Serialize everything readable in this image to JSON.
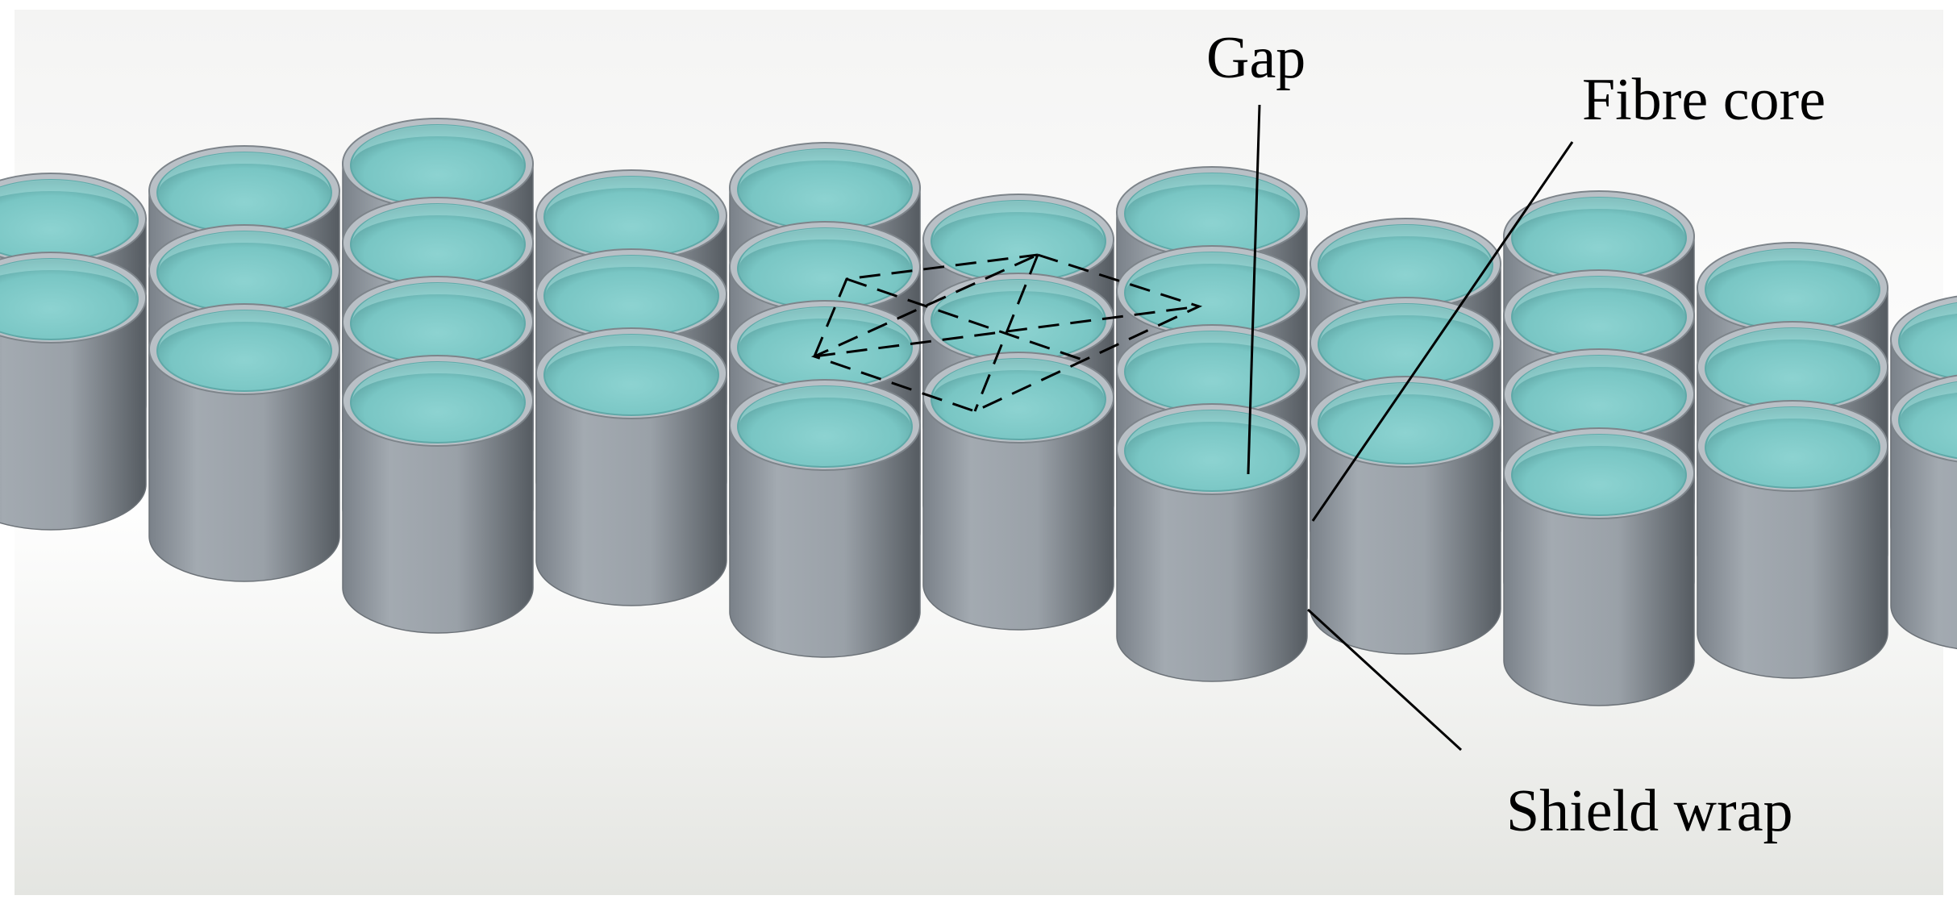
{
  "labels": {
    "gap": "Gap",
    "fibre_core": "Fibre core",
    "shield_wrap": "Shield wrap"
  },
  "colors": {
    "background": "#ececeb",
    "shield_body": "#9aa1a8",
    "shield_rim": "#b9c0c6",
    "core_fill": "#7fcac8",
    "core_shadow": "#5fa9a8",
    "annotation_line": "#000000"
  },
  "structure": {
    "arrangement": "hexagonal close-packed bundle",
    "fibres_per_side": 4,
    "fibre_count": 37,
    "unit_cell_outline": "dashed rhombus"
  }
}
